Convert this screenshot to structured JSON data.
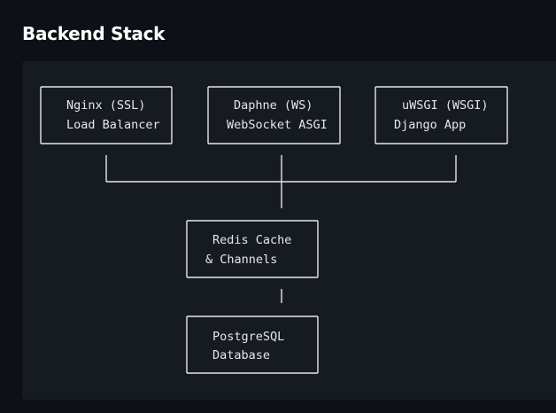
{
  "heading": "Backend Stack",
  "diagram": {
    "nodes": [
      {
        "id": "nginx",
        "line1": "Nginx (SSL)",
        "line2": "Load Balancer"
      },
      {
        "id": "daphne",
        "line1": "Daphne (WS)",
        "line2": "WebSocket ASGI"
      },
      {
        "id": "uwsgi",
        "line1": "uWSGI (WSGI)",
        "line2": "Django App"
      },
      {
        "id": "redis",
        "line1": "Redis Cache",
        "line2": "& Channels"
      },
      {
        "id": "postgres",
        "line1": "PostgreSQL",
        "line2": "Database"
      }
    ],
    "edges": [
      {
        "from": "nginx",
        "to": "redis"
      },
      {
        "from": "daphne",
        "to": "redis"
      },
      {
        "from": "uwsgi",
        "to": "redis"
      },
      {
        "from": "redis",
        "to": "postgres"
      }
    ]
  }
}
